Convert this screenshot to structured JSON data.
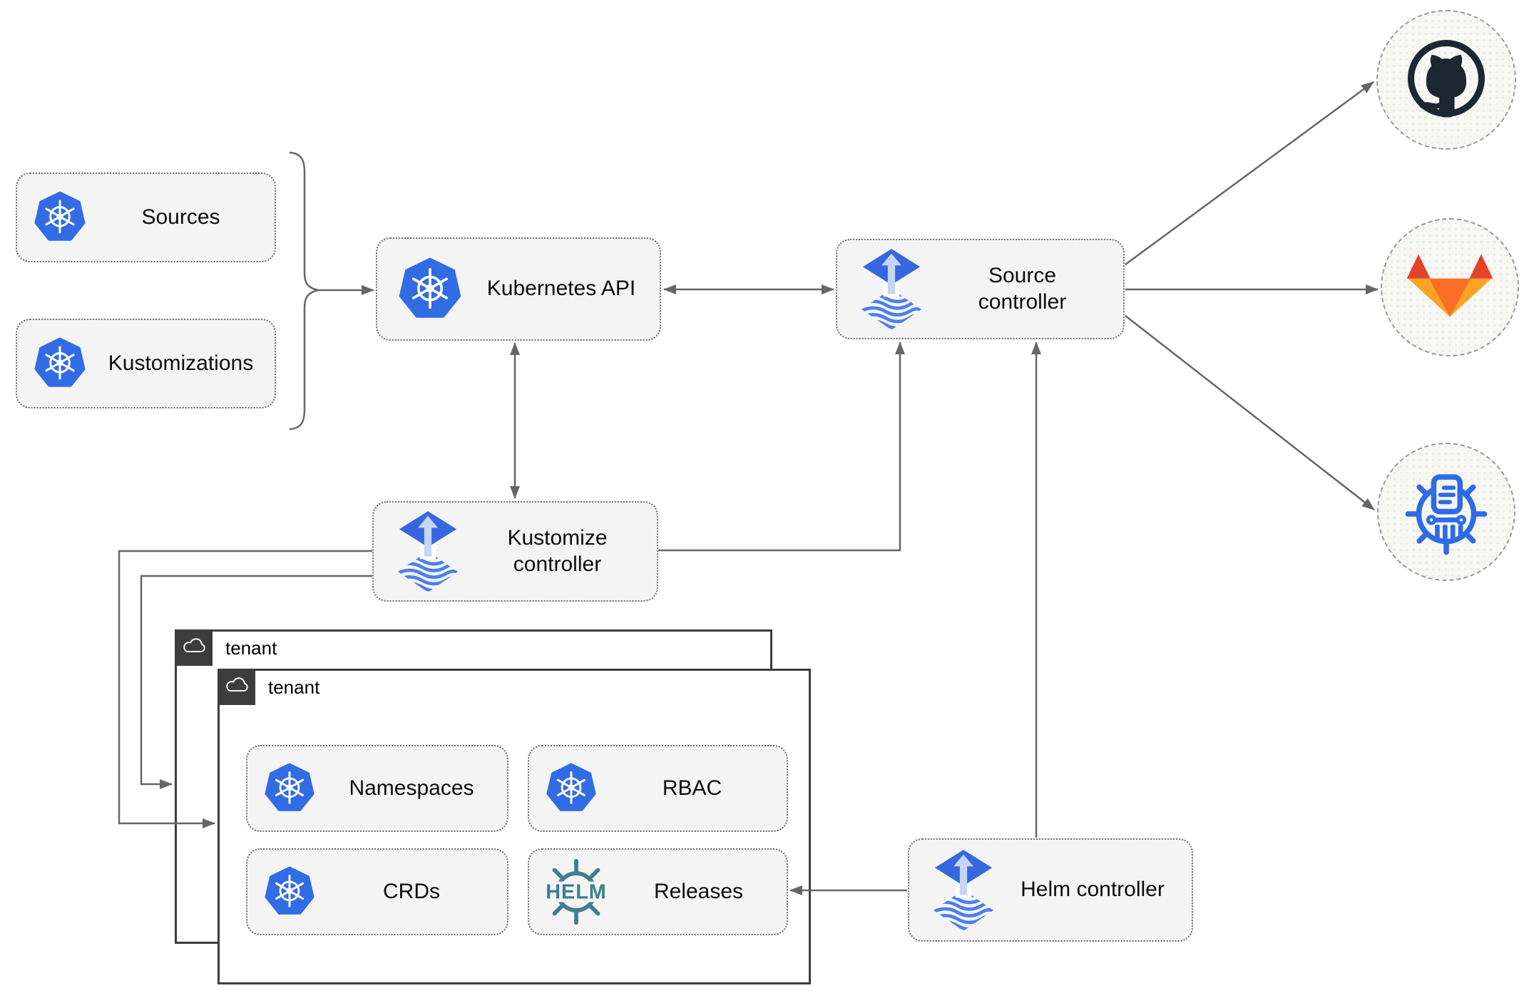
{
  "nodes": {
    "sources": {
      "label": "Sources",
      "icon": "kubernetes-icon"
    },
    "kustomizations": {
      "label": "Kustomizations",
      "icon": "kubernetes-icon"
    },
    "kubernetes_api": {
      "label": "Kubernetes API",
      "icon": "kubernetes-icon"
    },
    "source_controller": {
      "label": "Source controller",
      "icon": "flux-icon"
    },
    "kustomize_controller": {
      "label": "Kustomize controller",
      "icon": "flux-icon"
    },
    "helm_controller": {
      "label": "Helm controller",
      "icon": "flux-icon"
    },
    "namespaces": {
      "label": "Namespaces",
      "icon": "kubernetes-icon"
    },
    "rbac": {
      "label": "RBAC",
      "icon": "kubernetes-icon"
    },
    "crds": {
      "label": "CRDs",
      "icon": "kubernetes-icon"
    },
    "releases": {
      "label": "Releases",
      "icon": "helm-icon"
    }
  },
  "groups": {
    "outer_tenant": {
      "label": "tenant",
      "icon": "cloud-icon"
    },
    "inner_tenant": {
      "label": "tenant",
      "icon": "cloud-icon"
    }
  },
  "endpoints": {
    "github": {
      "icon": "github-icon"
    },
    "gitlab": {
      "icon": "gitlab-icon"
    },
    "chartmuseum": {
      "icon": "chartmuseum-icon"
    }
  },
  "logo_text": {
    "helm": "HELM"
  },
  "colors": {
    "kubernetes_blue": "#326ce5",
    "flux_blue": "#3767df",
    "flux_stripe_blue": "#4b80ea",
    "flux_arrow_light": "#c4d5f6",
    "helm_teal": "#3f7e8e",
    "github_dark": "#1b2732",
    "gitlab_red": "#e24329",
    "gitlab_orange": "#fc6d26",
    "gitlab_yellow": "#fca326",
    "chartmuseum_blue": "#2e6be6",
    "connector_gray": "#666666",
    "node_fill": "#f4f4f4",
    "tenant_tab_dark": "#3d3d3d"
  }
}
